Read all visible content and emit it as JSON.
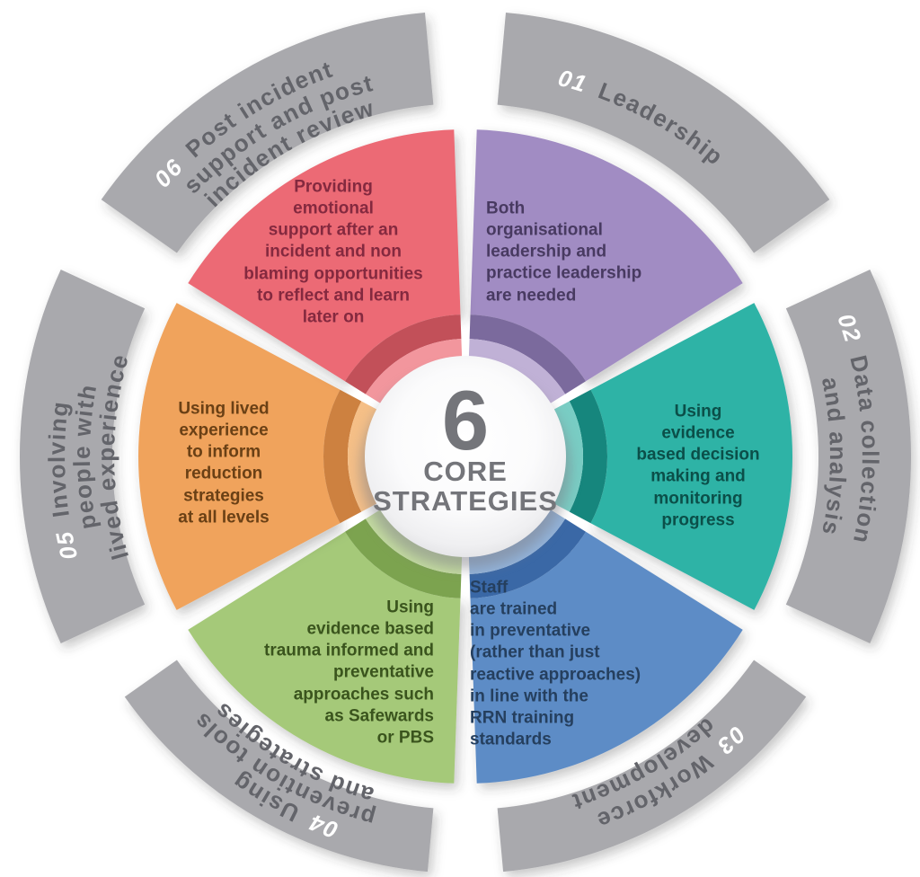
{
  "center": {
    "number": "6",
    "title_line1": "CORE",
    "title_line2": "STRATEGIES"
  },
  "palette": {
    "ring": "#a9a9ad",
    "ring_label_text": "#63646a",
    "ring_number_text": "#ffffff",
    "center_text": "#74757a",
    "background": "#ffffff"
  },
  "sectors": [
    {
      "id": "leadership",
      "number": "01",
      "label_lines": [
        "Leadership"
      ],
      "description": "Both\norganisational\nleadership and\npractice leadership\nare needed",
      "colors": {
        "main": "#a18cc3",
        "dark": "#7b6a9d",
        "light": "#c0b1d6",
        "text": "#483a61"
      }
    },
    {
      "id": "data-collection-and-analysis",
      "number": "02",
      "label_lines": [
        "Data collection",
        "and analysis"
      ],
      "description": "Using\nevidence\nbased decision\nmaking and\nmonitoring\nprogress",
      "colors": {
        "main": "#2fb3a6",
        "dark": "#16867d",
        "light": "#79cdc4",
        "text": "#0b4f49"
      }
    },
    {
      "id": "workforce-development",
      "number": "03",
      "label_lines": [
        "Workforce",
        "development"
      ],
      "description": "Staff\nare trained\nin preventative\n(rather than just\nreactive approaches)\nin line with the\nRRN training\nstandards",
      "colors": {
        "main": "#5d8cc6",
        "dark": "#3a68a6",
        "light": "#92b3da",
        "text": "#253f5e"
      }
    },
    {
      "id": "using-prevention-tools-and-strategies",
      "number": "04",
      "label_lines": [
        "Using",
        "prevention tools",
        "and strategies"
      ],
      "description": "Using\nevidence based\ntrauma informed and\npreventative\napproaches such\nas Safewards\nor PBS",
      "colors": {
        "main": "#a5c979",
        "dark": "#7ca34f",
        "light": "#c4dca0",
        "text": "#3a541d"
      }
    },
    {
      "id": "involving-people-with-lived-experience",
      "number": "05",
      "label_lines": [
        "Involving",
        "people with",
        "lived experience"
      ],
      "description": "Using lived\nexperience\nto inform\nreduction\nstrategies\nat all levels",
      "colors": {
        "main": "#f0a35c",
        "dark": "#cd8140",
        "light": "#f5bf87",
        "text": "#6a4015"
      }
    },
    {
      "id": "post-incident-support-and-review",
      "number": "06",
      "label_lines": [
        "Post incident",
        "support and post",
        "incident review"
      ],
      "description": "Providing\nemotional\nsupport after an\nincident and non\nblaming opportunities\nto reflect and learn\nlater on",
      "colors": {
        "main": "#ec6b74",
        "dark": "#c25059",
        "light": "#f2969d",
        "text": "#84293f"
      }
    }
  ]
}
